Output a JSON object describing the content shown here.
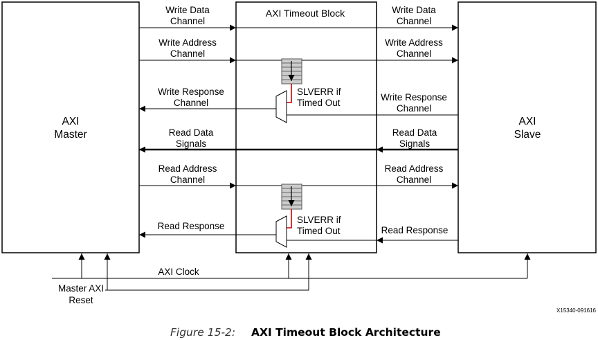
{
  "blocks": {
    "master": [
      "AXI",
      "Master"
    ],
    "timeout": "AXI Timeout Block",
    "slave": [
      "AXI",
      "Slave"
    ]
  },
  "channels": {
    "write_data": [
      "Write Data",
      "Channel"
    ],
    "write_address": [
      "Write Address",
      "Channel"
    ],
    "write_response": [
      "Write Response",
      "Channel"
    ],
    "read_data": [
      "Read Data",
      "Signals"
    ],
    "read_address": [
      "Read Address",
      "Channel"
    ],
    "read_response": "Read Response"
  },
  "slverr": [
    "SLVERR if",
    "Timed Out"
  ],
  "clock": "AXI Clock",
  "reset": [
    "Master AXI",
    "Reset"
  ],
  "figure_id": "X15340-091616",
  "caption": {
    "number": "Figure 15-2:",
    "title": "AXI Timeout Block Architecture"
  },
  "colors": {
    "line": "#000000",
    "slverr_wire": "#cc0000",
    "fifo_fill": "#cccccc"
  }
}
